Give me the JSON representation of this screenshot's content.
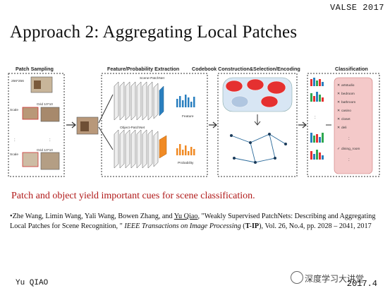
{
  "header": {
    "venue": "VALSE 2017"
  },
  "slide": {
    "title": "Approach 2:  Aggregating Local Patches",
    "figure": {
      "sections": [
        "Patch Sampling",
        "Feature/Probability Extraction",
        "Codebook Construction&Selection/Encoding",
        "Classification"
      ],
      "patch_size": "256*256",
      "scale_label": "Scale",
      "grid_label": "Grid 10*10",
      "scene_net": "Scene-PatchNet",
      "object_net": "Object-PatchNet",
      "feature_label": "Feature",
      "probability_label": "Probability",
      "classes": [
        "artstudio",
        "bedroom",
        "bathroom",
        "casino",
        "closet",
        "deli",
        "dining_room"
      ],
      "dots": ":"
    },
    "claim": "Patch and object yield important cues for scene classification.",
    "citation": {
      "bullet": "•",
      "authors": "Zhe Wang, Limin Wang, Yali Wang, Bowen Zhang, and ",
      "underlined_author": "Yu Qiao",
      "title": ", \"Weakly Supervised PatchNets: Describing and Aggregating Local Patches for Scene Recognition, \" ",
      "journal": "IEEE Transactions on Image Processing",
      "abbrev_open": " (",
      "abbrev": "T-IP",
      "rest": "), Vol. 26, No.4, pp. 2028 – 2041, 2017"
    }
  },
  "footer": {
    "author": "Yu QIAO",
    "date": "2017.4",
    "watermark": "深度学习大讲堂"
  },
  "colors": {
    "accent_red": "#b01818",
    "net_blue": "#2a7fbf",
    "net_orange": "#f08a24"
  }
}
